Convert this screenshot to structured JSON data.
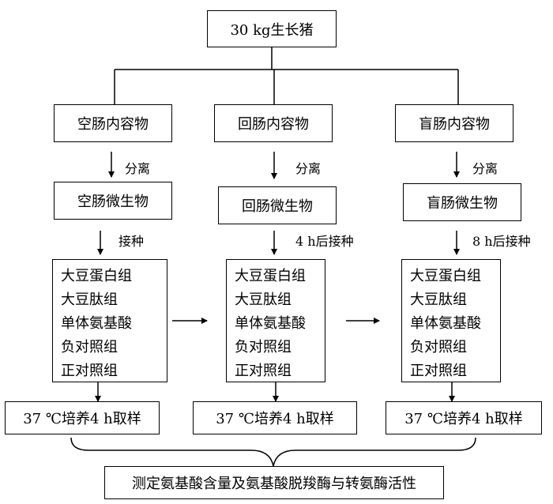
{
  "root": "30 kg生长猪",
  "columns": [
    {
      "content": "空肠内容物",
      "step1": "分离",
      "microbe": "空肠微生物",
      "step2": "接种",
      "groups": [
        "大豆蛋白组",
        "大豆肽组",
        "单体氨基酸",
        "负对照组",
        "正对照组"
      ],
      "culture": "37 ℃培养4 h取样"
    },
    {
      "content": "回肠内容物",
      "step1": "分离",
      "microbe": "回肠微生物",
      "step2": "4 h后接种",
      "groups": [
        "大豆蛋白组",
        "大豆肽组",
        "单体氨基酸",
        "负对照组",
        "正对照组"
      ],
      "culture": "37 ℃培养4 h取样"
    },
    {
      "content": "盲肠内容物",
      "step1": "分离",
      "microbe": "盲肠微生物",
      "step2": "8 h后接种",
      "groups": [
        "大豆蛋白组",
        "大豆肽组",
        "单体氨基酸",
        "负对照组",
        "正对照组"
      ],
      "culture": "37 ℃培养4 h取样"
    }
  ],
  "bottom": "测定氨基酸含量及氨基酸脱羧酶与转氨酶活性"
}
